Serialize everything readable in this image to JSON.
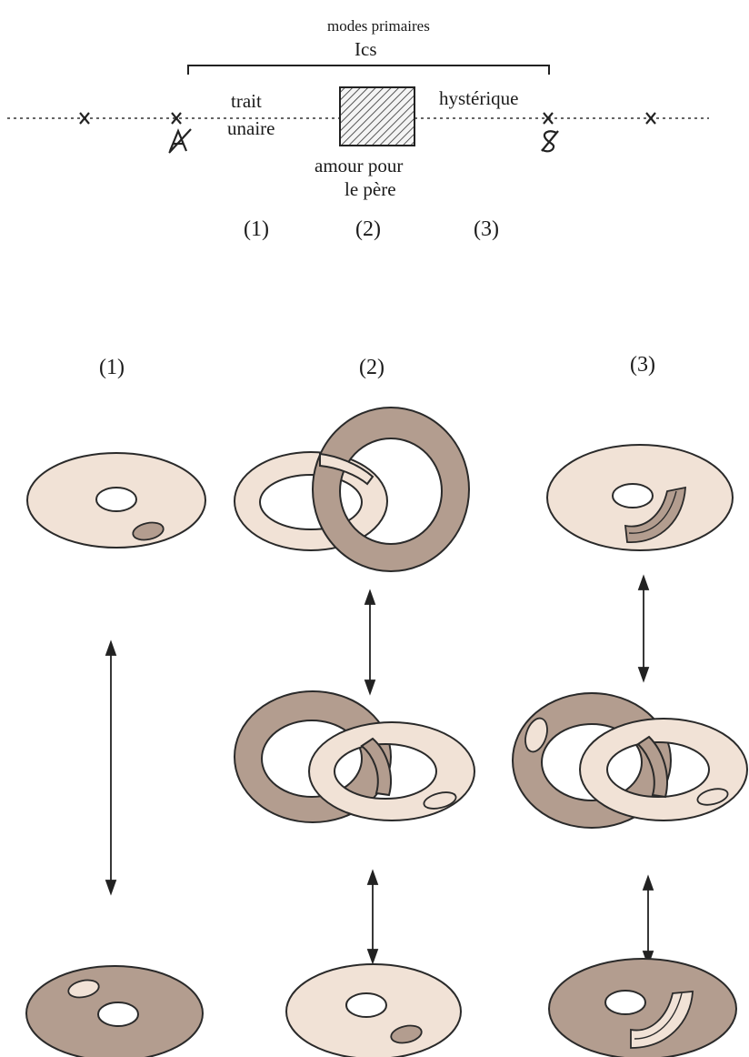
{
  "top": {
    "modes_primaires": "modes primaires",
    "ics": "Ics",
    "trait": "trait",
    "unaire": "unaire",
    "hysterique": "hystérique",
    "amour_pour": "amour pour",
    "le_pere": "le père",
    "label_1": "(1)",
    "label_2": "(2)",
    "label_3": "(3)"
  },
  "columns": {
    "label_1": "(1)",
    "label_2": "(2)",
    "label_3": "(3)"
  },
  "colors": {
    "light_fill": "#f1e2d6",
    "dark_fill": "#b39d8f",
    "stroke": "#2a2a2a"
  }
}
